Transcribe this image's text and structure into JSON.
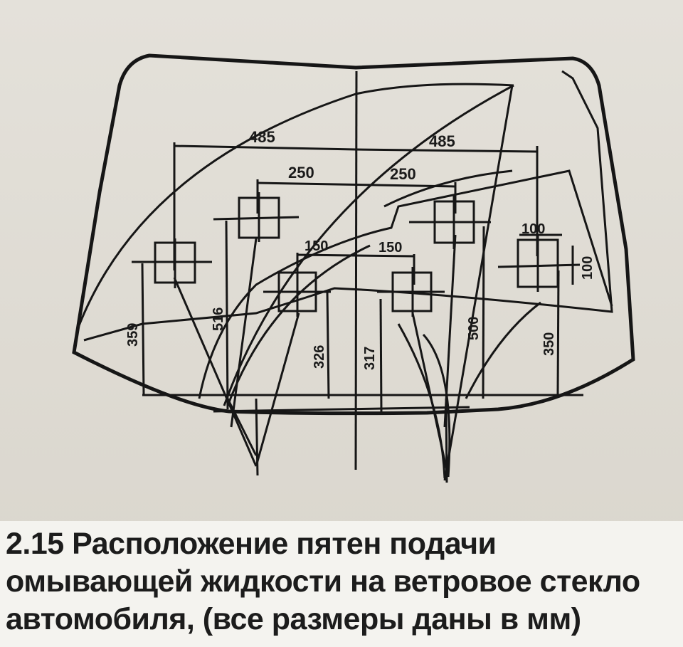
{
  "diagram": {
    "dimensions": {
      "top_left_485": "485",
      "top_right_485": "485",
      "left_250": "250",
      "right_250": "250",
      "left_150": "150",
      "right_150": "150",
      "spot_100_w": "100",
      "spot_100_h": "100",
      "h_359": "359",
      "h_516": "516",
      "h_326": "326",
      "h_317": "317",
      "h_500": "500",
      "h_350": "350"
    }
  },
  "caption": {
    "text": "2.15 Расположение пятен подачи омывающей жидкости на ветровое стекло автомобиля, (все размеры даны в мм)"
  },
  "colors": {
    "ink": "#161616",
    "paper": "#dedad2",
    "caption_band": "#f4f3ef"
  }
}
